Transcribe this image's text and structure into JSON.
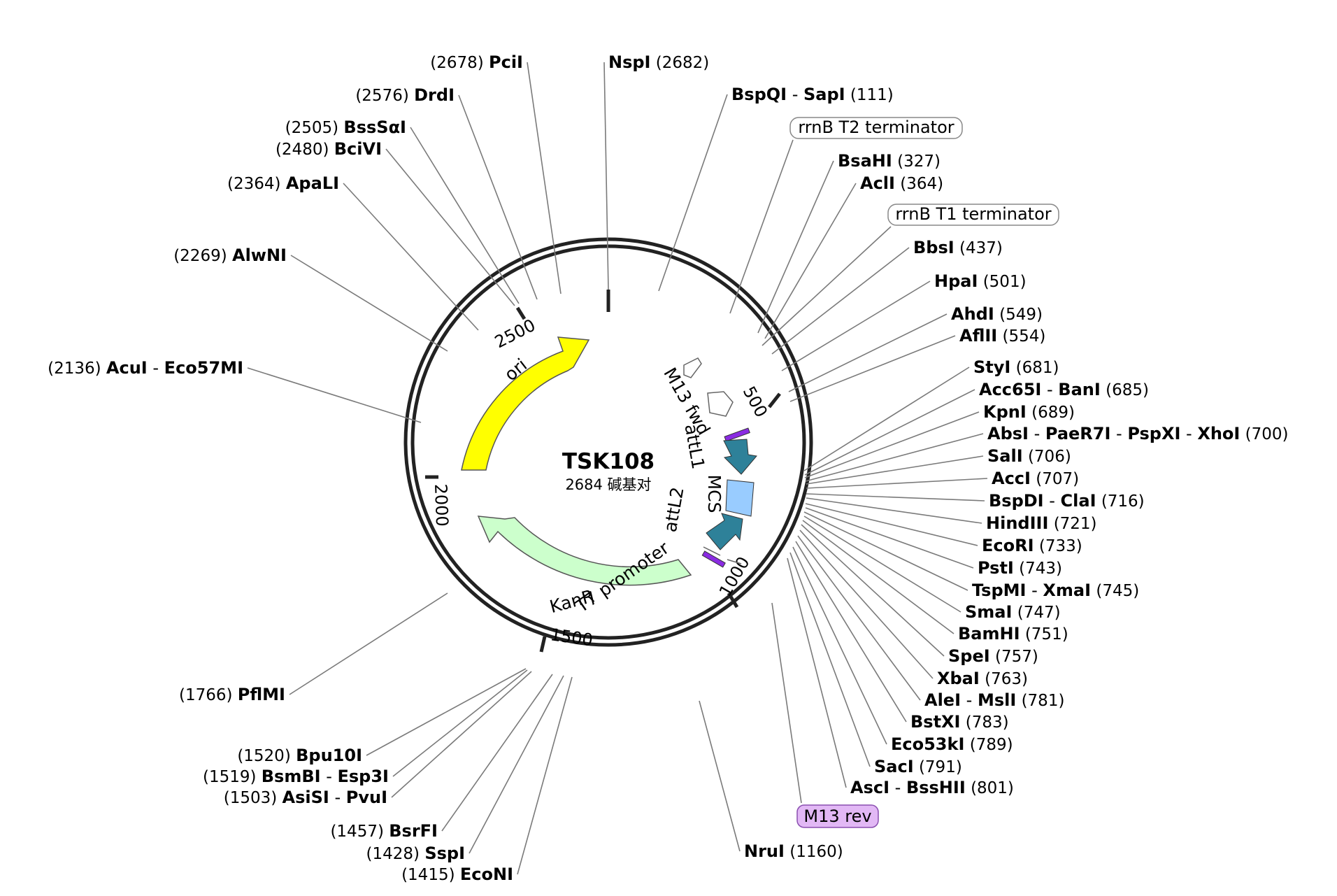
{
  "plasmid": {
    "name": "TSK108",
    "size_text": "2684 碱基对"
  },
  "ticks": [
    "500",
    "1000",
    "1500",
    "2000",
    "2500"
  ],
  "features": {
    "ori": "ori",
    "kanr": "KanR",
    "t7": "T7 promoter",
    "m13fwd": "M13 fwd",
    "attl1": "attL1",
    "mcs": "MCS",
    "attl2": "attL2"
  },
  "boxed_labels": {
    "rrnb_t2": "rrnB T2 terminator",
    "rrnb_t1": "rrnB T1 terminator",
    "m13_rev": "M13 rev"
  },
  "colors": {
    "ori": "#ffff00",
    "kanr": "#ccffcc",
    "att": "#2e8199",
    "mcs": "#99ccff",
    "m13_rev_box": "#e2b8f5",
    "small_feature": "#8a2be2"
  },
  "right_sites": [
    {
      "parts": [
        "BspQI",
        "SapI"
      ],
      "pos": "(111)"
    },
    {
      "parts": [
        "BsaHI"
      ],
      "pos": "(327)"
    },
    {
      "parts": [
        "AclI"
      ],
      "pos": "(364)"
    },
    {
      "parts": [
        "BbsI"
      ],
      "pos": "(437)"
    },
    {
      "parts": [
        "HpaI"
      ],
      "pos": "(501)"
    },
    {
      "parts": [
        "AhdI"
      ],
      "pos": "(549)"
    },
    {
      "parts": [
        "AflII"
      ],
      "pos": "(554)"
    },
    {
      "parts": [
        "StyI"
      ],
      "pos": "(681)"
    },
    {
      "parts": [
        "Acc65I",
        "BanI"
      ],
      "pos": "(685)"
    },
    {
      "parts": [
        "KpnI"
      ],
      "pos": "(689)"
    },
    {
      "parts": [
        "AbsI",
        "PaeR7I",
        "PspXI",
        "XhoI"
      ],
      "pos": "(700)"
    },
    {
      "parts": [
        "SalI"
      ],
      "pos": "(706)"
    },
    {
      "parts": [
        "AccI"
      ],
      "pos": "(707)"
    },
    {
      "parts": [
        "BspDI",
        "ClaI"
      ],
      "pos": "(716)"
    },
    {
      "parts": [
        "HindIII"
      ],
      "pos": "(721)"
    },
    {
      "parts": [
        "EcoRI"
      ],
      "pos": "(733)"
    },
    {
      "parts": [
        "PstI"
      ],
      "pos": "(743)"
    },
    {
      "parts": [
        "TspMI",
        "XmaI"
      ],
      "pos": "(745)"
    },
    {
      "parts": [
        "SmaI"
      ],
      "pos": "(747)"
    },
    {
      "parts": [
        "BamHI"
      ],
      "pos": "(751)"
    },
    {
      "parts": [
        "SpeI"
      ],
      "pos": "(757)"
    },
    {
      "parts": [
        "XbaI"
      ],
      "pos": "(763)"
    },
    {
      "parts": [
        "AleI",
        "MslI"
      ],
      "pos": "(781)"
    },
    {
      "parts": [
        "BstXI"
      ],
      "pos": "(783)"
    },
    {
      "parts": [
        "Eco53kI"
      ],
      "pos": "(789)"
    },
    {
      "parts": [
        "SacI"
      ],
      "pos": "(791)"
    },
    {
      "parts": [
        "AscI",
        "BssHII"
      ],
      "pos": "(801)"
    },
    {
      "parts": [
        "NruI"
      ],
      "pos": "(1160)"
    },
    {
      "parts": [
        "NspI"
      ],
      "pos": "(2682)"
    }
  ],
  "left_sites": [
    {
      "parts": [
        "PciI"
      ],
      "pos": "(2678)"
    },
    {
      "parts": [
        "DrdI"
      ],
      "pos": "(2576)"
    },
    {
      "parts": [
        "BssSαI"
      ],
      "pos": "(2505)"
    },
    {
      "parts": [
        "BciVI"
      ],
      "pos": "(2480)"
    },
    {
      "parts": [
        "ApaLI"
      ],
      "pos": "(2364)"
    },
    {
      "parts": [
        "AlwNI"
      ],
      "pos": "(2269)"
    },
    {
      "parts": [
        "AcuI",
        "Eco57MI"
      ],
      "pos": "(2136)"
    },
    {
      "parts": [
        "PflMI"
      ],
      "pos": "(1766)"
    },
    {
      "parts": [
        "Bpu10I"
      ],
      "pos": "(1520)"
    },
    {
      "parts": [
        "BsmBI",
        "Esp3I"
      ],
      "pos": "(1519)"
    },
    {
      "parts": [
        "AsiSI",
        "PvuI"
      ],
      "pos": "(1503)"
    },
    {
      "parts": [
        "BsrFI"
      ],
      "pos": "(1457)"
    },
    {
      "parts": [
        "SspI"
      ],
      "pos": "(1428)"
    },
    {
      "parts": [
        "EcoNI"
      ],
      "pos": "(1415)"
    }
  ]
}
